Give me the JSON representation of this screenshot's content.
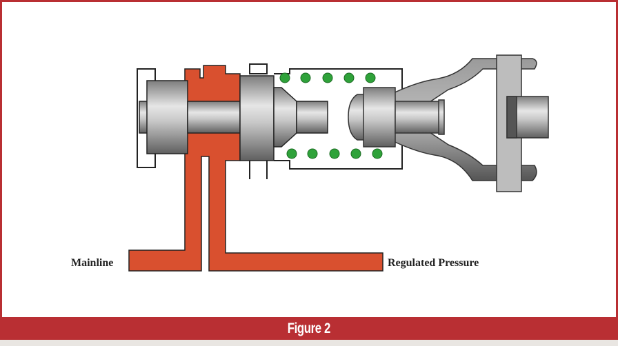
{
  "diagram": {
    "labels": {
      "mainline": "Mainline",
      "regulated": "Regulated Pressure"
    },
    "colors": {
      "fluid": "#d9502f",
      "spring": "#2fa23a",
      "frame": "#b92f33"
    }
  },
  "caption": "Figure 2"
}
